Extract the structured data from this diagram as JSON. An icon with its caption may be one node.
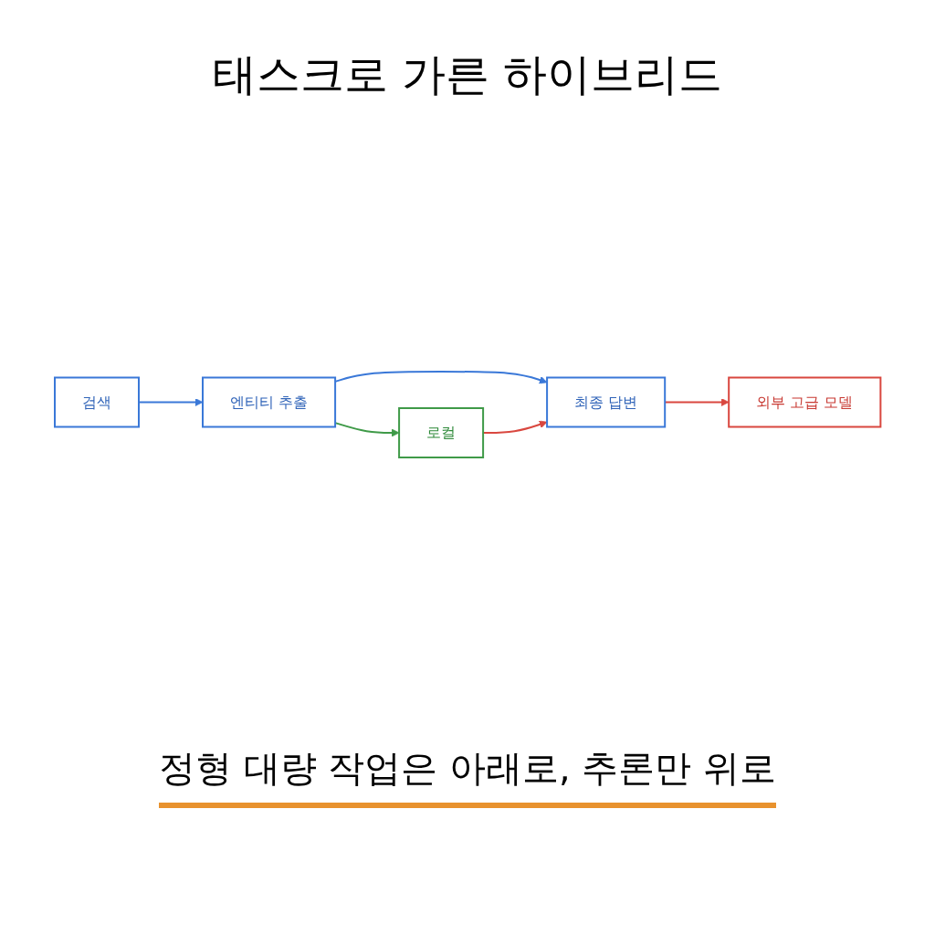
{
  "diagram": {
    "title": "태스크로 가른 하이브리드",
    "caption": "정형 대량 작업은 아래로, 추론만 위로",
    "nodes": [
      {
        "text": [
          "검색"
        ]
      },
      {
        "text": [
          "엔티티 추출"
        ]
      },
      {
        "text": [
          "최종 답변"
        ]
      },
      {
        "text": [
          "외부 고급 모델"
        ]
      },
      {
        "text": [
          "로컬"
        ]
      }
    ],
    "edges": [
      {
        "from": 0,
        "to": 1,
        "arrow": "to",
        "color": "#3a78d8"
      },
      {
        "from": 1,
        "to": 2,
        "arrow": "to",
        "color": "#3a78d8"
      },
      {
        "from": 2,
        "to": 3,
        "arrow": "to",
        "color": "#d9473f"
      },
      {
        "from": 1,
        "to": 4,
        "arrow": "to",
        "color": "#3f9a48"
      },
      {
        "from": 4,
        "to": 2,
        "arrow": "to",
        "color": "#d9473f"
      }
    ]
  }
}
